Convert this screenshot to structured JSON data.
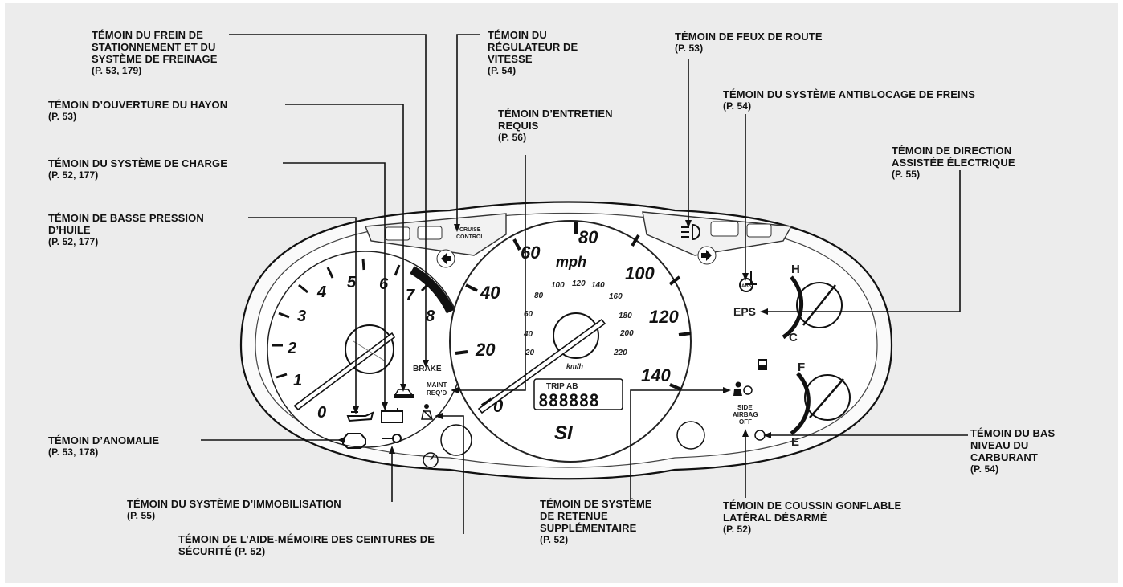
{
  "callouts": {
    "brake": {
      "lines": [
        "TÉMOIN DU FREIN DE",
        "STATIONNEMENT ET DU",
        "SYSTÈME DE FREINAGE"
      ],
      "ref": "(P. 53, 179)"
    },
    "tailgate": {
      "lines": [
        "TÉMOIN D’OUVERTURE DU HAYON"
      ],
      "ref": "(P. 53)"
    },
    "charging": {
      "lines": [
        "TÉMOIN DU SYSTÈME DE CHARGE"
      ],
      "ref": "(P. 52, 177)"
    },
    "oil": {
      "lines": [
        "TÉMOIN DE BASSE PRESSION",
        "D’HUILE"
      ],
      "ref": "(P. 52, 177)"
    },
    "mil": {
      "lines": [
        "TÉMOIN D’ANOMALIE"
      ],
      "ref": "(P. 53, 178)"
    },
    "immobilizer": {
      "lines": [
        "TÉMOIN DU SYSTÈME D’IMMOBILISATION"
      ],
      "ref": "(P. 55)"
    },
    "seatbelt": {
      "lines": [
        "TÉMOIN DE L’AIDE-MÉMOIRE DES CEINTURES DE",
        "SÉCURITÉ (P. 52)"
      ]
    },
    "cruise": {
      "lines": [
        "TÉMOIN DU",
        "RÉGULATEUR DE",
        "VITESSE"
      ],
      "ref": "(P. 54)"
    },
    "maint": {
      "lines": [
        "TÉMOIN D’ENTRETIEN",
        "REQUIS"
      ],
      "ref": "(P. 56)"
    },
    "srs": {
      "lines": [
        "TÉMOIN DE SYSTÈME",
        "DE RETENUE",
        "SUPPLÉMENTAIRE"
      ],
      "ref": "(P. 52)"
    },
    "highbeam": {
      "lines": [
        "TÉMOIN DE FEUX DE ROUTE"
      ],
      "ref": "(P. 53)"
    },
    "abs": {
      "lines": [
        "TÉMOIN DU SYSTÈME ANTIBLOCAGE DE FREINS"
      ],
      "ref": "(P. 54)"
    },
    "eps": {
      "lines": [
        "TÉMOIN DE DIRECTION",
        "ASSISTÉE ÉLECTRIQUE"
      ],
      "ref": "(P. 55)"
    },
    "fuel": {
      "lines": [
        "TÉMOIN DU BAS",
        "NIVEAU DU",
        "CARBURANT"
      ],
      "ref": "(P. 54)"
    },
    "airbag_off": {
      "lines": [
        "TÉMOIN DE COUSSIN GONFLABLE",
        "LATÉRAL DÉSARMÉ"
      ],
      "ref": "(P. 52)"
    }
  },
  "cluster": {
    "tachometer_numbers": [
      "0",
      "1",
      "2",
      "3",
      "4",
      "5",
      "6",
      "7",
      "8"
    ],
    "speedometer_mph": [
      "0",
      "20",
      "40",
      "60",
      "80",
      "100",
      "120",
      "140"
    ],
    "speedometer_kmh": [
      "20",
      "40",
      "60",
      "80",
      "100",
      "120",
      "140",
      "160",
      "180",
      "200",
      "220"
    ],
    "mph_unit": "mph",
    "kmh_unit": "km/h",
    "trip_label": "TRIP AB",
    "odometer": "888888",
    "badge": "SI",
    "brake_text": "BRAKE",
    "maint_text": [
      "MAINT",
      "REQ’D"
    ],
    "cruise_text": [
      "CRUISE",
      "CONTROL"
    ],
    "eps_text": "EPS",
    "airbag_text": [
      "SIDE",
      "AIRBAG",
      "OFF"
    ],
    "temp_hot": "H",
    "temp_cold": "C",
    "fuel_full": "F",
    "fuel_empty": "E"
  },
  "colors": {
    "background": "#ececec",
    "line": "#111111",
    "cluster_fill": "#ffffff",
    "redline": "#111111"
  }
}
